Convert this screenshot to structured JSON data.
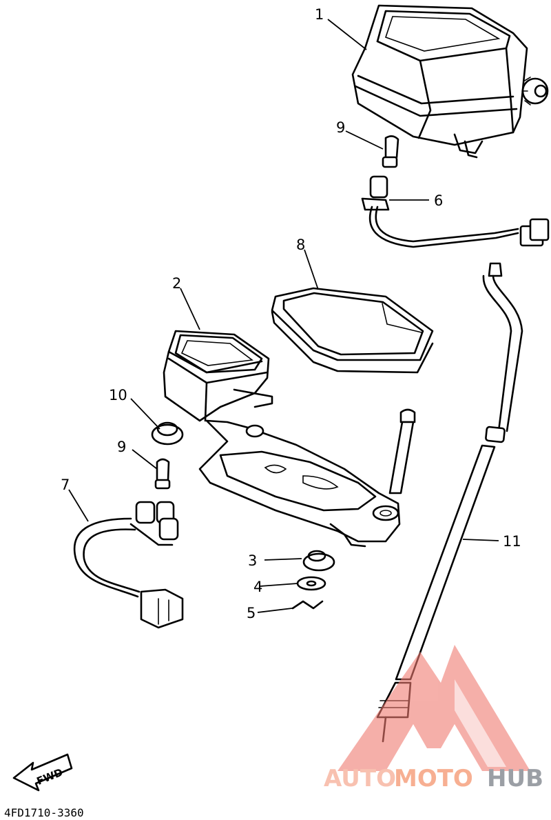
{
  "diagram": {
    "part_numbers": [
      "1",
      "2",
      "3",
      "4",
      "5",
      "6",
      "7",
      "8",
      "9",
      "9",
      "10",
      "11"
    ],
    "direction_marker": "FWD",
    "drawing_code": "4FD1710-3360"
  },
  "watermark": {
    "part1": "AUTO",
    "part2": "MOTO",
    "part3": "HUB",
    "colors": {
      "logo_triangle": "#f07a70",
      "auto": "#f7b7a3",
      "moto": "#f6a27f",
      "hub": "#8a8f96"
    }
  }
}
